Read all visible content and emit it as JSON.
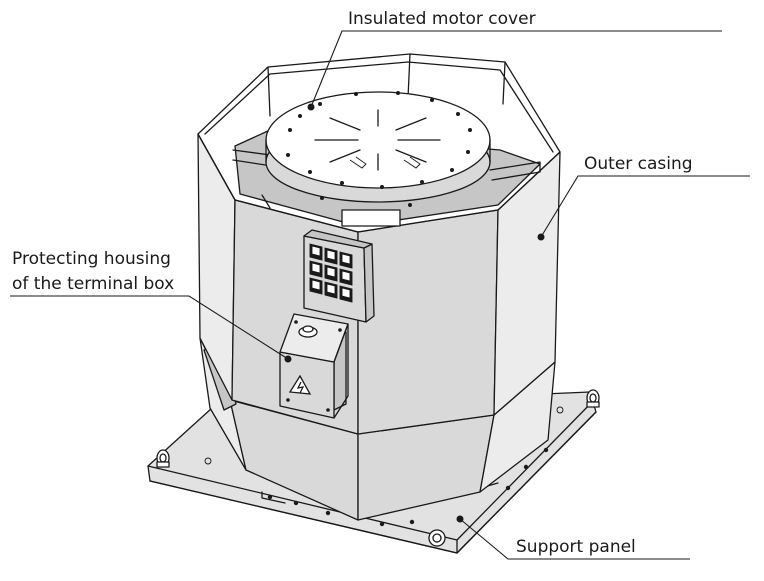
{
  "labels": {
    "motor_cover": "Insulated motor cover",
    "outer_casing": "Outer casing",
    "terminal_box_line1": "Protecting housing",
    "terminal_box_line2": "of the terminal box",
    "support_panel": "Support panel"
  },
  "icons": {
    "warning": "high-voltage-warning-icon",
    "lifting_eye": "lifting-eye-icon"
  }
}
